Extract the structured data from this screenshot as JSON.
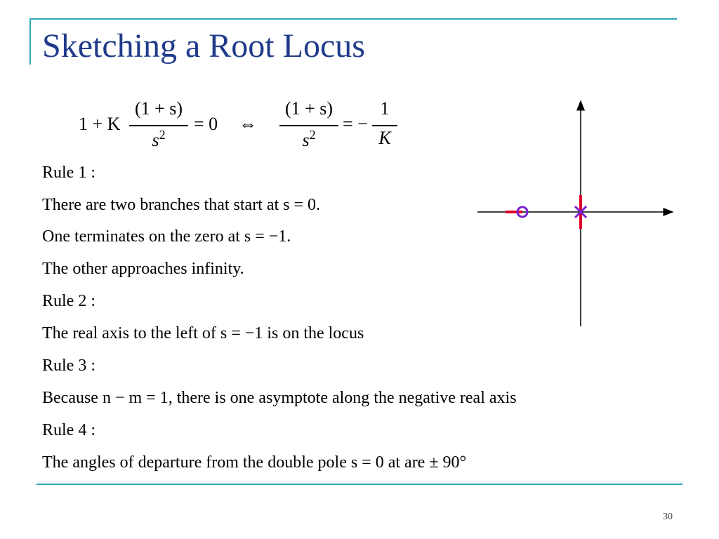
{
  "slide": {
    "title": "Sketching a Root Locus",
    "page_number": "30"
  },
  "equation": {
    "lhs_prefix": "1 + K",
    "frac1_num": "(1 + s)",
    "frac1_den": "s",
    "frac1_den_exp": "2",
    "lhs_equals": "= 0",
    "equiv": "⇔",
    "frac2_num": "(1 + s)",
    "frac2_den": "s",
    "frac2_den_exp": "2",
    "rhs_equals": "= −",
    "frac3_num": "1",
    "frac3_den": "K"
  },
  "rules": [
    "Rule 1 :",
    "There are two branches that start at s = 0.",
    "One terminates on the zero at s = −1.",
    "The other approaches infinity.",
    "Rule 2 :",
    "The real axis to the left of s = −1 is on the locus",
    "Rule 3 :",
    "Because n − m = 1, there is one asymptote along the negative real axis",
    "Rule 4 :",
    "The angles of departure from the double pole s = 0 at are ± 90°"
  ],
  "colors": {
    "accent": "#2ea6b8",
    "title": "#1f3a8a",
    "locus": "#e0002a",
    "zero": "#7a1fd1"
  },
  "diagram_icons": [
    "zero-circle-icon",
    "double-pole-cross-icon"
  ]
}
